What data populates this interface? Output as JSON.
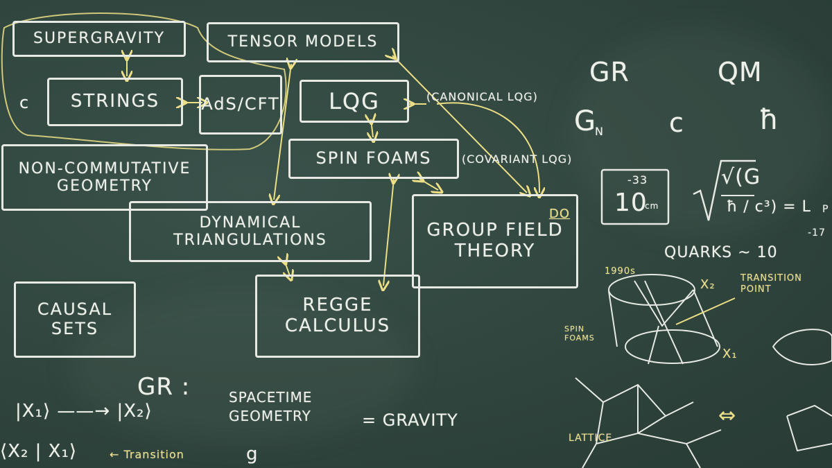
{
  "boxes": {
    "supergravity": "SUPERGRAVITY",
    "tensor_models": "TENSOR MODELS",
    "strings": "STRINGS",
    "ads_cft": "AdS/CFT",
    "lqg": "LQG",
    "spin_foams": "SPIN FOAMS",
    "non_commutative": "NON-COMMUTATIVE GEOMETRY",
    "dynamical_triangulations": "DYNAMICAL TRIANGULATIONS",
    "group_field_theory": "GROUP FIELD THEORY",
    "causal_sets": "CAUSAL SETS",
    "regge_calculus": "REGGE CALCULUS"
  },
  "notes": {
    "canonical_lqg": "(CANONICAL LQG)",
    "covariant_lqg": "(COVARIANT LQG)",
    "do": "DO",
    "c_left": "c",
    "gr_heading": "GR",
    "qm_heading": "QM",
    "gn": "G",
    "gn_sub": "N",
    "c_const": "c",
    "hbar": "ħ",
    "planck_len": "10",
    "planck_exp": "-33",
    "planck_unit": "cm",
    "sqrt_expr": "√(G",
    "sqrt_rest": "ħ / c³) = L",
    "lp_sub": "P",
    "quarks": "QUARKS ~ 10",
    "quarks_exp": "-17",
    "year": "1990s",
    "x2": "X₂",
    "x1": "X₁",
    "transition_point": "TRANSITION POINT",
    "spin_foams_side": "SPIN FOAMS",
    "lattice": "LATTICE",
    "equiv": "⇔",
    "gr_bottom": "GR :",
    "ket_transition": "|X₁⟩ ——→ |X₂⟩",
    "spacetime_geometry": "SPACETIME GEOMETRY",
    "equals_gravity": "= GRAVITY",
    "amplitude": "⟨X₂ | X₁⟩",
    "transition_note": "← Transition",
    "g_bottom": "g"
  },
  "colors": {
    "board": "#2f4640",
    "chalk_white": "#eef0ea",
    "chalk_yellow": "#ecdf86"
  }
}
